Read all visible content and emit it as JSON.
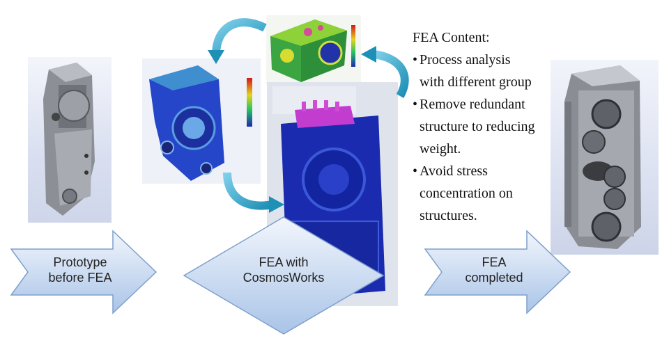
{
  "steps": [
    {
      "label_line1": "Prototype",
      "label_line2": "before FEA"
    },
    {
      "label_line1": "FEA with",
      "label_line2": "CosmosWorks"
    },
    {
      "label_line1": "FEA",
      "label_line2": "completed"
    }
  ],
  "fea_content": {
    "heading": "FEA Content:",
    "bullet": "•",
    "items": [
      {
        "lines": [
          "Process analysis",
          "with different group"
        ]
      },
      {
        "lines": [
          "Remove redundant",
          "structure to reducing",
          "weight."
        ]
      },
      {
        "lines": [
          "Avoid stress",
          "concentration on",
          "structures."
        ]
      }
    ]
  },
  "colors": {
    "arrow_fill_top": "#f2f6fc",
    "arrow_fill_bottom": "#a9c4e8",
    "arrow_stroke": "#7f9fcb",
    "cycle_arrow": "#3aa7c9",
    "fea_blue": "#1a2bb0"
  }
}
